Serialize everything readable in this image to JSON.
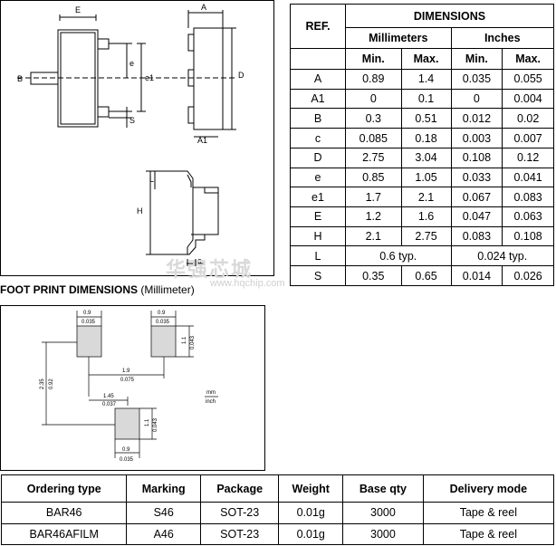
{
  "package_drawing": {
    "labels": {
      "E": "E",
      "A": "A",
      "D": "D",
      "B": "B",
      "e": "e",
      "e1": "e1",
      "S": "S",
      "A1": "A1",
      "L": "L",
      "H": "H",
      "c": "c"
    }
  },
  "dimensions_table": {
    "title": "DIMENSIONS",
    "ref_header": "REF.",
    "mm_header": "Millimeters",
    "inch_header": "Inches",
    "min_label": "Min.",
    "max_label": "Max.",
    "rows": [
      {
        "ref": "A",
        "mm_min": "0.89",
        "mm_max": "1.4",
        "in_min": "0.035",
        "in_max": "0.055"
      },
      {
        "ref": "A1",
        "mm_min": "0",
        "mm_max": "0.1",
        "in_min": "0",
        "in_max": "0.004"
      },
      {
        "ref": "B",
        "mm_min": "0.3",
        "mm_max": "0.51",
        "in_min": "0.012",
        "in_max": "0.02"
      },
      {
        "ref": "c",
        "mm_min": "0.085",
        "mm_max": "0.18",
        "in_min": "0.003",
        "in_max": "0.007"
      },
      {
        "ref": "D",
        "mm_min": "2.75",
        "mm_max": "3.04",
        "in_min": "0.108",
        "in_max": "0.12"
      },
      {
        "ref": "e",
        "mm_min": "0.85",
        "mm_max": "1.05",
        "in_min": "0.033",
        "in_max": "0.041"
      },
      {
        "ref": "e1",
        "mm_min": "1.7",
        "mm_max": "2.1",
        "in_min": "0.067",
        "in_max": "0.083"
      },
      {
        "ref": "E",
        "mm_min": "1.2",
        "mm_max": "1.6",
        "in_min": "0.047",
        "in_max": "0.063"
      },
      {
        "ref": "H",
        "mm_min": "2.1",
        "mm_max": "2.75",
        "in_min": "0.083",
        "in_max": "0.108"
      },
      {
        "ref": "L",
        "mm_typ": "0.6 typ.",
        "in_typ": "0.024 typ."
      },
      {
        "ref": "S",
        "mm_min": "0.35",
        "mm_max": "0.65",
        "in_min": "0.014",
        "in_max": "0.026"
      }
    ]
  },
  "watermark": {
    "text": "华强芯城",
    "url": "www.hqchip.com"
  },
  "footprint": {
    "title": "FOOT PRINT DIMENSIONS",
    "unit_note": "(Millimeter)",
    "labels": {
      "pad_w_mm": "0.9",
      "pad_w_in": "0.035",
      "pad_h_mm": "1.1",
      "pad_h_in": "0.043",
      "span_mm": "1.9",
      "span_in": "0.075",
      "half_mm": "1.45",
      "half_in": "0.037",
      "total_mm": "2.35",
      "total_in": "0.92",
      "legend_mm": "mm",
      "legend_in": "inch"
    }
  },
  "ordering_table": {
    "headers": [
      "Ordering type",
      "Marking",
      "Package",
      "Weight",
      "Base qty",
      "Delivery mode"
    ],
    "rows": [
      [
        "BAR46",
        "S46",
        "SOT-23",
        "0.01g",
        "3000",
        "Tape & reel"
      ],
      [
        "BAR46AFILM",
        "A46",
        "SOT-23",
        "0.01g",
        "3000",
        "Tape & reel"
      ]
    ]
  }
}
